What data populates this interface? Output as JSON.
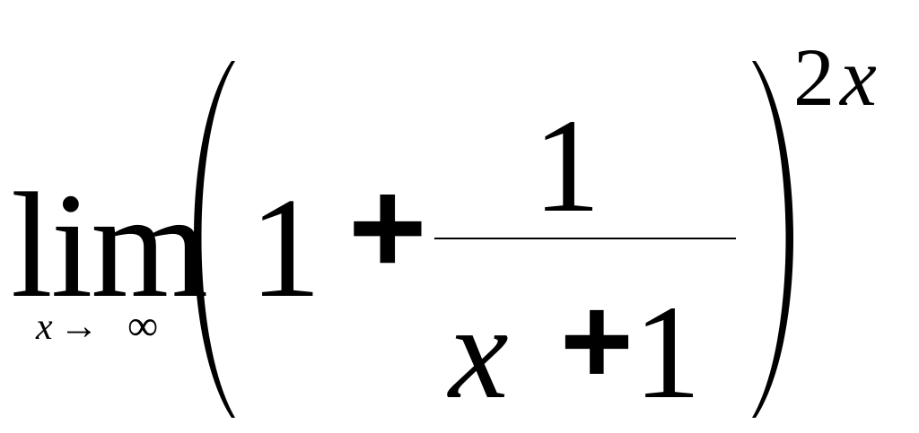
{
  "formula": {
    "operator": "lim",
    "subscript": {
      "variable": "x",
      "arrow": "→",
      "target": "∞"
    },
    "base": {
      "whole": "1",
      "plus": "+",
      "fraction": {
        "numerator": "1",
        "denominator": {
          "variable": "x",
          "plus": "+",
          "constant": "1"
        }
      }
    },
    "exponent": {
      "coefficient": "2",
      "variable": "x"
    },
    "colors": {
      "ink": "#000000",
      "background": "#ffffff"
    }
  }
}
